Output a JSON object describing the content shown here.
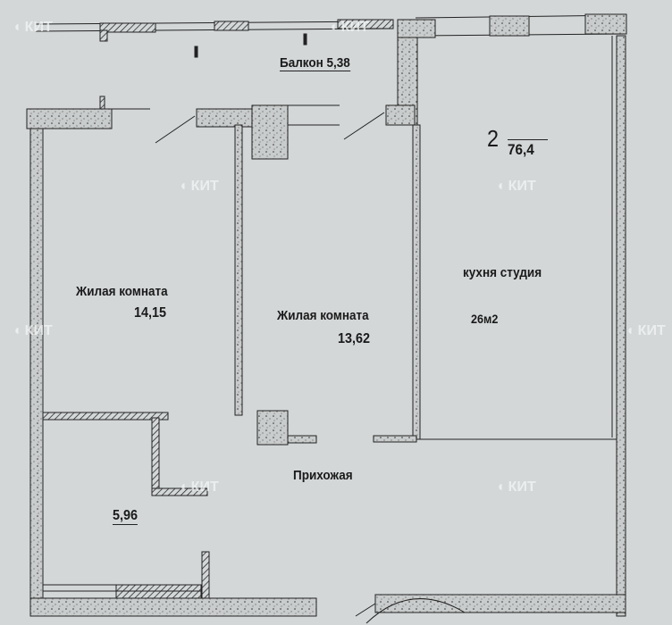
{
  "plan": {
    "balcony": "Балкон 5,38",
    "unit_number": "2",
    "total_area": "76,4",
    "room1_name": "Жилая комната",
    "room1_area": "14,15",
    "room2_name": "Жилая комната",
    "room2_area": "13,62",
    "kitchen_name": "кухня студия",
    "kitchen_area": "26м2",
    "hall_name": "Прихожая",
    "bath_area": "5,96"
  },
  "watermark": "КИТ"
}
